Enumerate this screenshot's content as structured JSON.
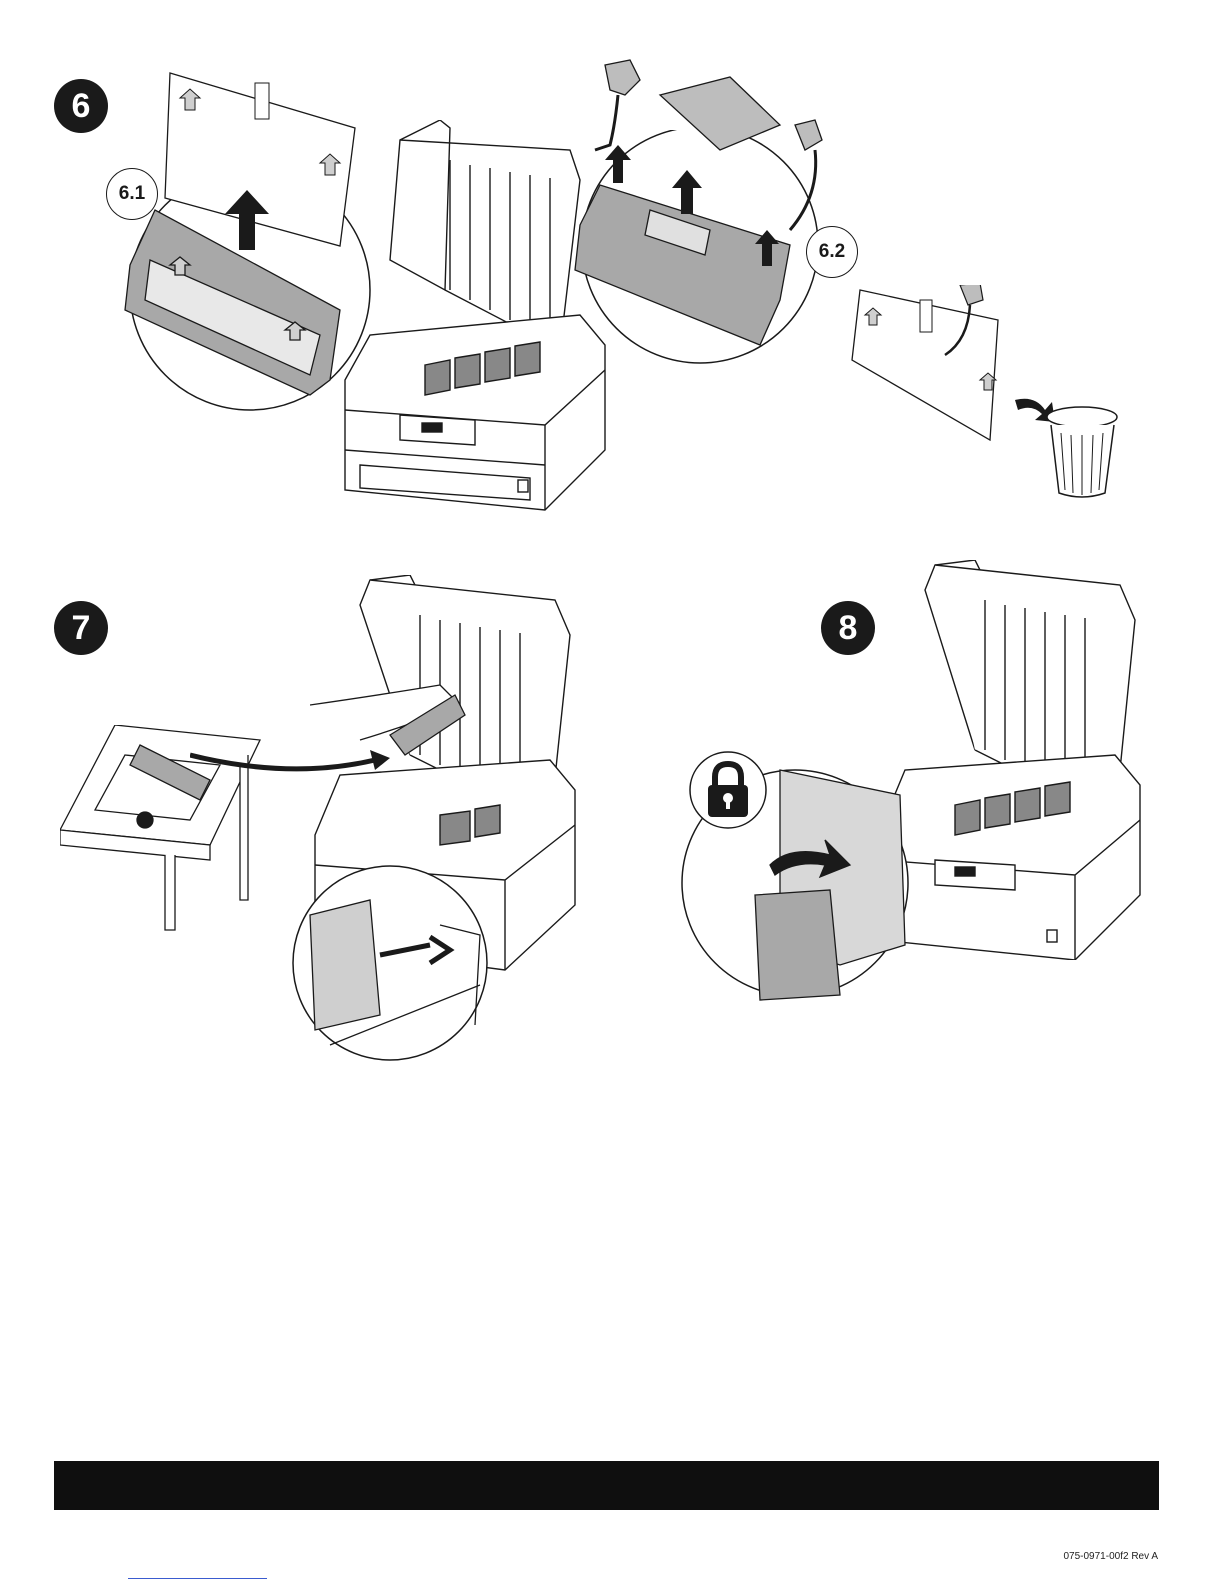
{
  "steps": {
    "six": {
      "number": "6",
      "sub_a": "6.1",
      "sub_b": "6.2"
    },
    "seven": {
      "number": "7"
    },
    "eight": {
      "number": "8"
    }
  },
  "icons": {
    "arrow": "arrow-up-icon",
    "trash": "trash-can-icon",
    "lock": "padlock-icon"
  },
  "footer": {
    "doc_number": "075-0971-00f2 Rev A"
  },
  "colors": {
    "ink": "#1a1a1a",
    "part_gray": "#a8a8a8",
    "light_gray": "#d8d8d8",
    "footer_bar": "#0f0f0f",
    "link": "#3a5bd0"
  }
}
